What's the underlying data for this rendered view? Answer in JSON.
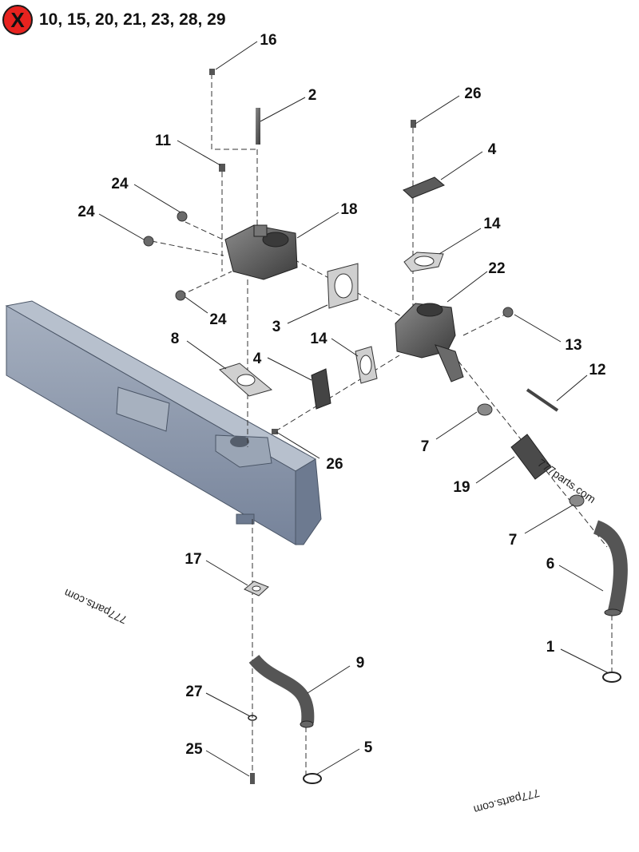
{
  "header": {
    "excluded_icon": "x-circle-icon",
    "excluded_label": "X",
    "excluded_items": "10, 15, 20, 21, 23, 28, 29"
  },
  "callouts": [
    "16",
    "2",
    "26",
    "11",
    "4",
    "24",
    "18",
    "24",
    "14",
    "22",
    "24",
    "3",
    "13",
    "8",
    "4",
    "14",
    "12",
    "26",
    "7",
    "19",
    "7",
    "6",
    "17",
    "9",
    "1",
    "27",
    "25",
    "5"
  ],
  "watermarks": [
    "777parts.com",
    "777parts.com",
    "777parts.com"
  ],
  "colors": {
    "accent": "#e8231f",
    "rail": "#8d99ac",
    "part_dark": "#5a5a5a",
    "gasket": "#cfcfcf"
  }
}
